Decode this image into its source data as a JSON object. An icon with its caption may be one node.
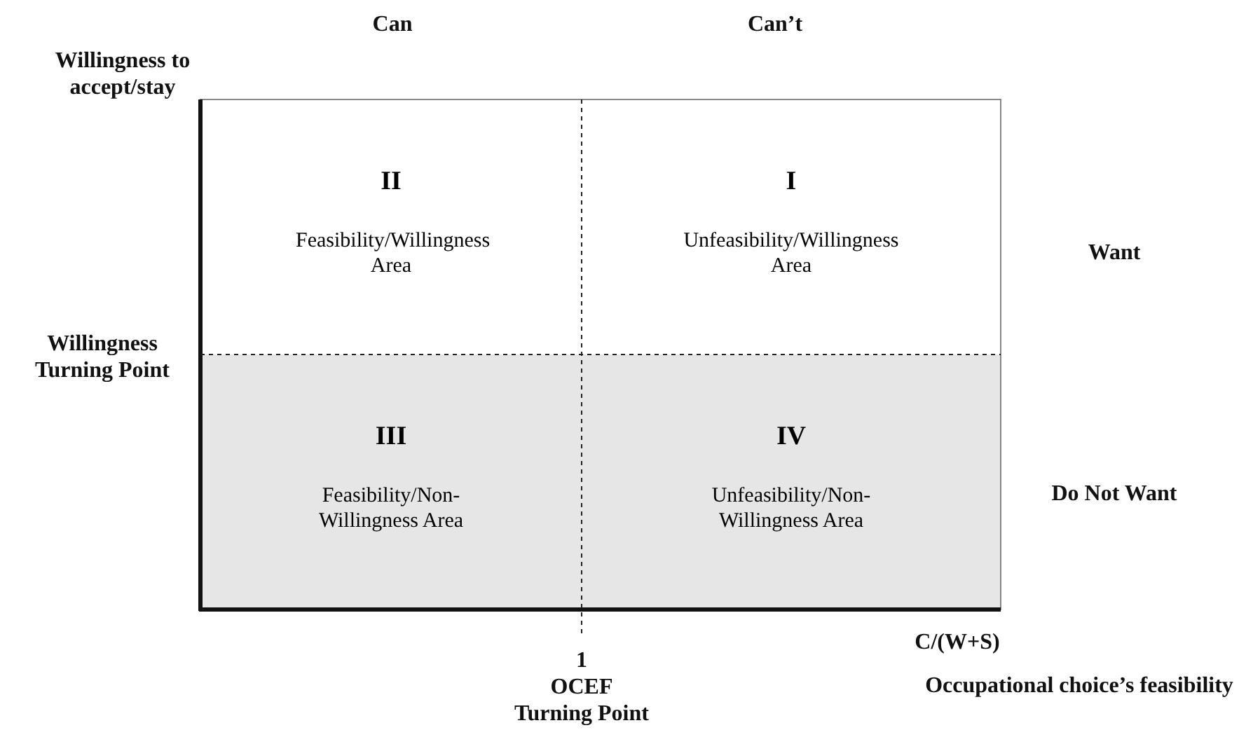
{
  "diagram": {
    "nodes": [
      {
        "text": [
          "II",
          "Feasibility/Willingness Area"
        ]
      },
      {
        "text": [
          "I",
          "Unfeasibility/Willingness Area"
        ]
      },
      {
        "text": [
          "III",
          "Feasibility/Non-Willingness Area"
        ]
      },
      {
        "text": [
          "IV",
          "Unfeasibility/Non-Willingness Area"
        ]
      }
    ],
    "edges": [],
    "labels": [
      "Can",
      "Can’t",
      "Willingness to accept/stay",
      "Want",
      "Willingness Turning Point",
      "Do Not Want",
      "C/(W+S)",
      "1",
      "Occupational choice’s feasibility",
      "OCEF Turning Point"
    ]
  }
}
